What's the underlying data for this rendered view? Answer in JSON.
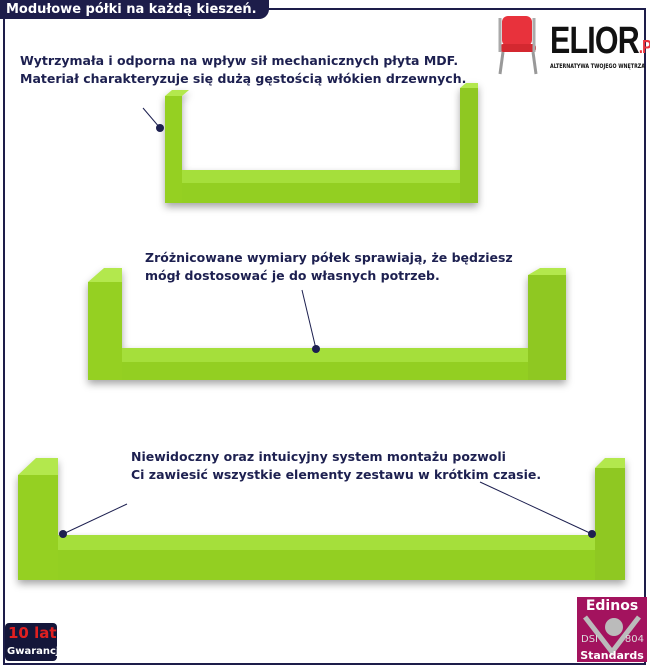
{
  "header": {
    "title": "Modułowe półki na każdą kieszeń."
  },
  "logo": {
    "brand": "ELIOR",
    "suffix": ".PL",
    "slogan": "ALTERNATYWA TWOJEGO WNĘTRZA"
  },
  "callouts": [
    {
      "line1": "Wytrzymała i odporna na wpływ sił mechanicznych płyta MDF.",
      "line2": "Materiał charakteryzuje się dużą gęstością włókien drzewnych."
    },
    {
      "line1": "Zróżnicowane wymiary półek sprawiają, że będziesz",
      "line2": "mógł dostosować je do własnych potrzeb."
    },
    {
      "line1": "Niewidoczny oraz intuicyjny system montażu pozwoli",
      "line2": "Ci zawiesić wszystkie elementy zestawu w krótkim czasie."
    }
  ],
  "warranty": {
    "years": "10 lat",
    "label": "Gwarancji"
  },
  "certificate": {
    "title": "Edinos",
    "left": "DSI",
    "right": "804",
    "bottom": "Standards"
  },
  "colors": {
    "navy": "#1d1d4a",
    "shelf": "#9ad62a",
    "cert": "#a3135e"
  }
}
